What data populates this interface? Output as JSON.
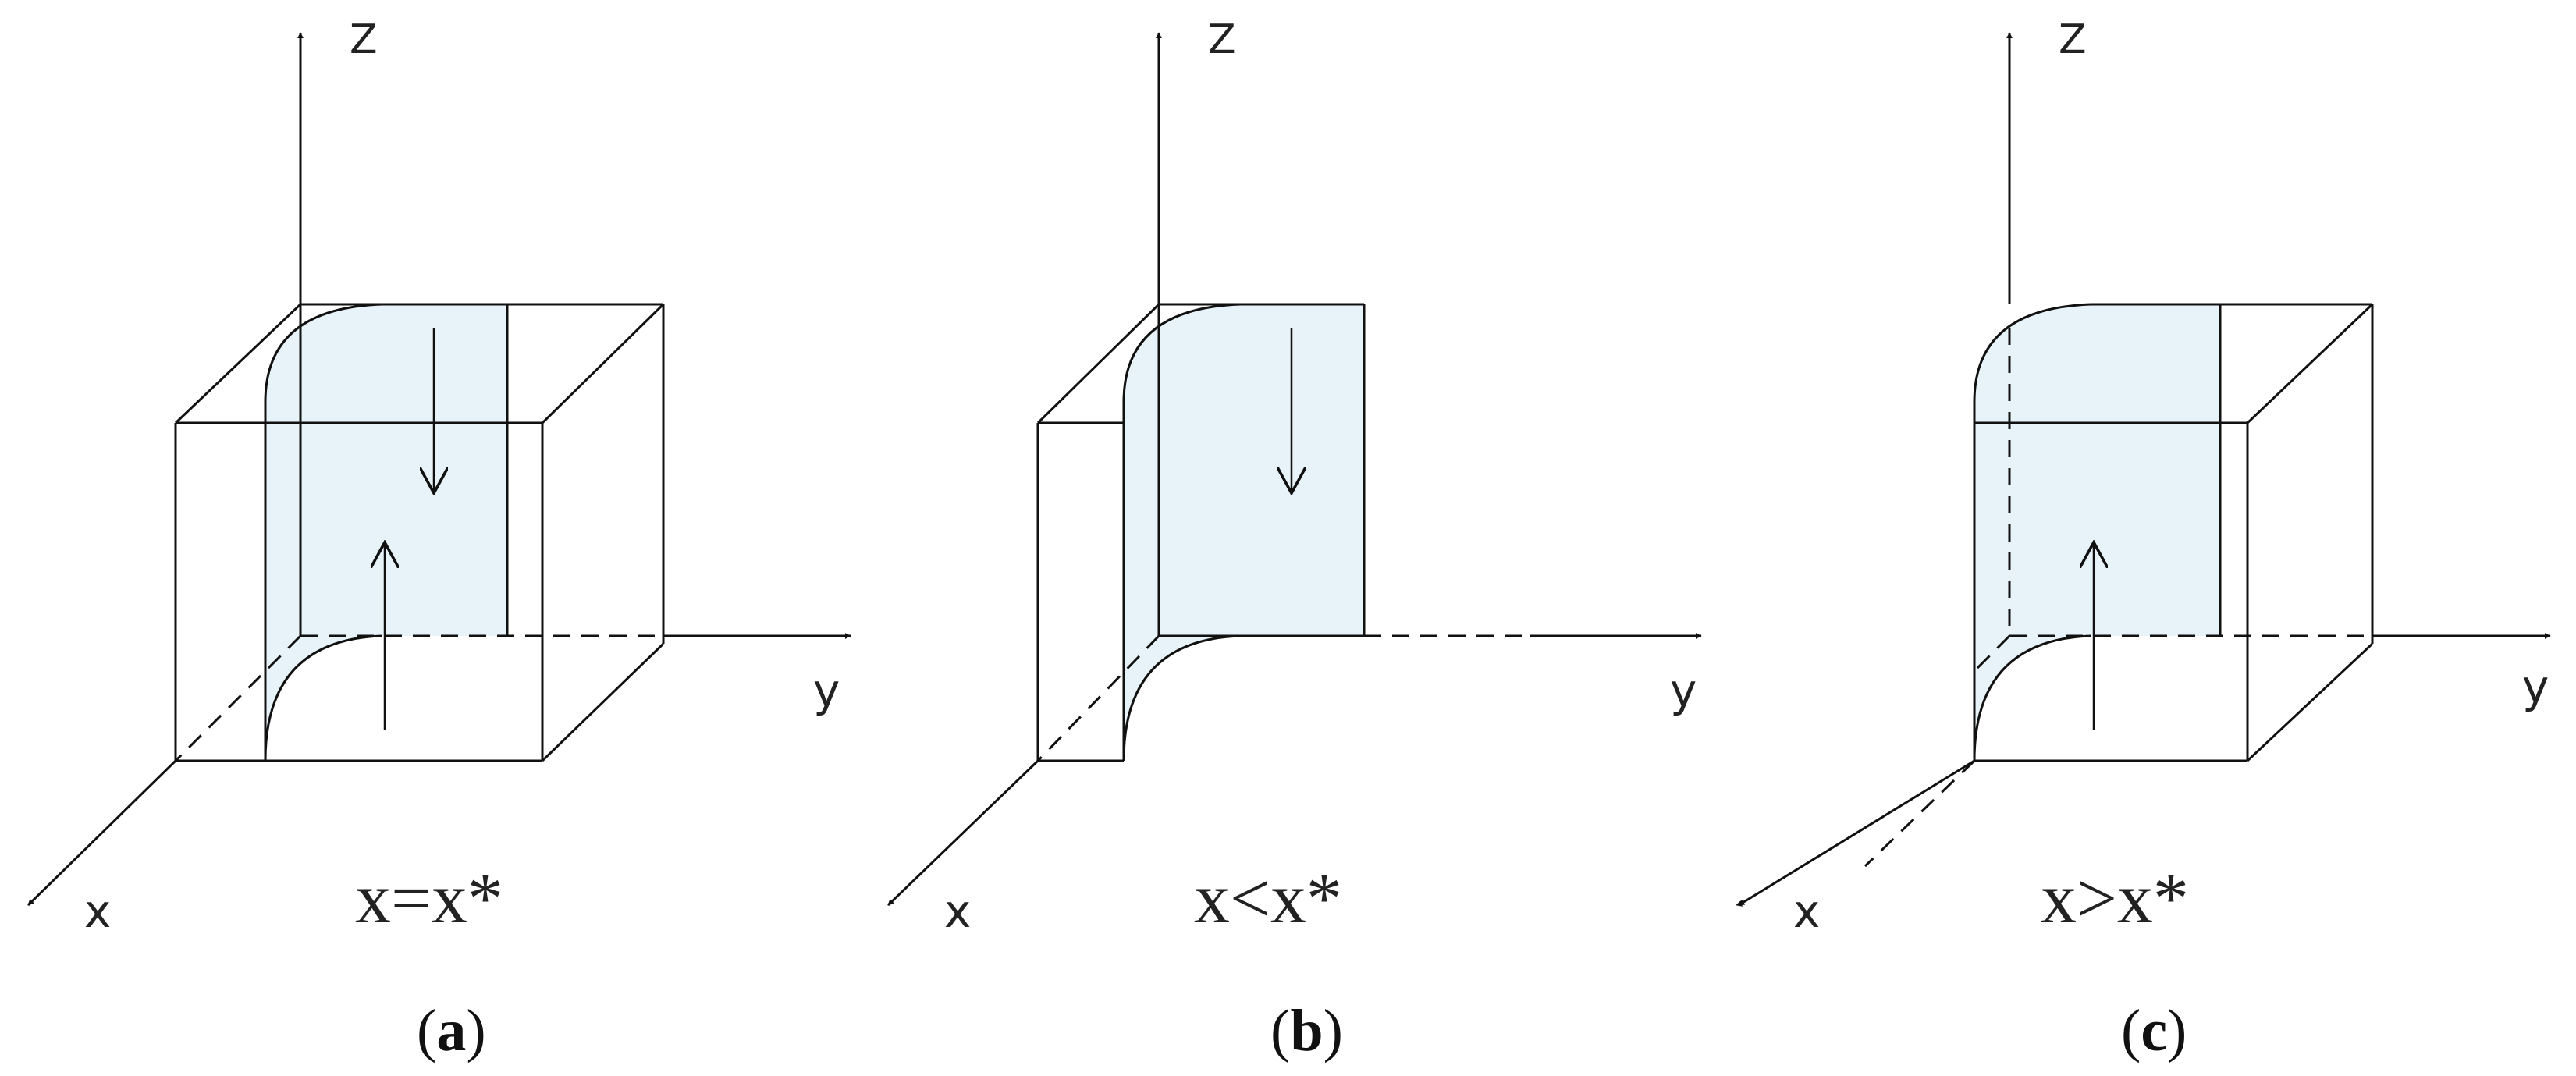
{
  "panels": [
    {
      "id": "a",
      "condition": "x=x*",
      "caption_open": "(",
      "caption_letter": "a",
      "caption_close": ")",
      "axis_labels": {
        "z": "Z",
        "y": "y",
        "x": "x"
      },
      "arrows": [
        "down",
        "up"
      ]
    },
    {
      "id": "b",
      "condition": "x<x*",
      "caption_open": "(",
      "caption_letter": "b",
      "caption_close": ")",
      "axis_labels": {
        "z": "Z",
        "y": "y",
        "x": "x"
      },
      "arrows": [
        "down"
      ]
    },
    {
      "id": "c",
      "condition": "x>x*",
      "caption_open": "(",
      "caption_letter": "c",
      "caption_close": ")",
      "axis_labels": {
        "z": "Z",
        "y": "y",
        "x": "x"
      },
      "arrows": [
        "up"
      ]
    }
  ],
  "colors": {
    "line": "#111111",
    "fill": "#e8f3f9"
  }
}
